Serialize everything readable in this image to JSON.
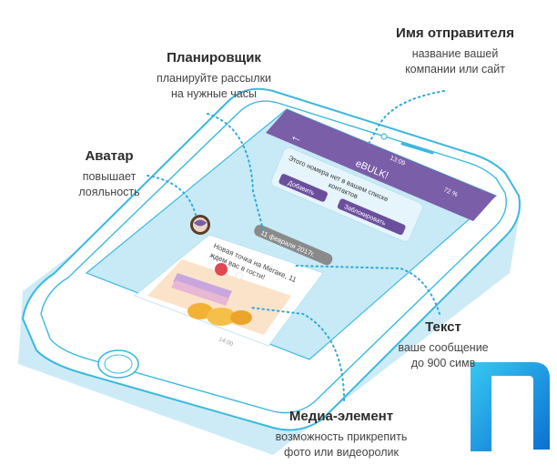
{
  "callouts": {
    "sender": {
      "title": "Имя отправителя",
      "desc_line1": "название вашей",
      "desc_line2": "компании или сайт"
    },
    "scheduler": {
      "title": "Планировщик",
      "desc_line1": "планируйте рассылки",
      "desc_line2": "на нужные часы"
    },
    "avatar": {
      "title": "Аватар",
      "desc_line1": "повышает",
      "desc_line2": "лояльность"
    },
    "text": {
      "title": "Текст",
      "desc_line1": "ваше сообщение",
      "desc_line2": "до 900 симв"
    },
    "media": {
      "title": "Медиа-элемент",
      "desc_line1": "возможность прикрепить",
      "desc_line2": "фото или видеоролик"
    }
  },
  "phone": {
    "status_time": "13:09",
    "battery": "72 %",
    "header_title": "eBULK!",
    "banner_text_1": "Этого номера нет в вашем списке",
    "banner_text_2": "контактов",
    "add_button": "Добавить",
    "block_button": "Заблокировать",
    "date_chip": "11 февраля 2017г.",
    "message_line1": "Новая точка на Мегаке, 11",
    "message_line2": "ждем вас в гости!",
    "message_time": "14:00"
  },
  "colors": {
    "phone_outline": "#3ab8e0",
    "screen_bg": "#c7eaf6",
    "header_purple": "#7a5ea8",
    "dotted_line": "#31a9d8",
    "logo_blue": "#1aa7e6"
  }
}
